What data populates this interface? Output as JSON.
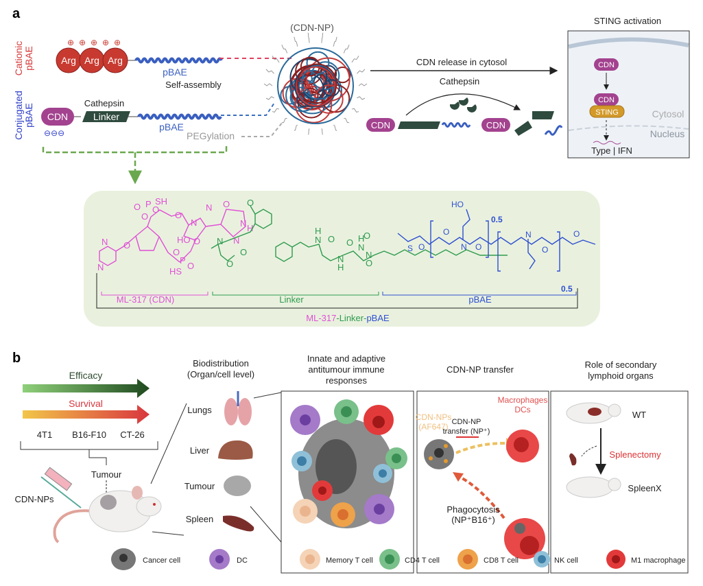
{
  "panel_a": {
    "letter": "a",
    "cationic_label": [
      "Cationic",
      "pBAE"
    ],
    "conjugated_label": [
      "Conjugated",
      "pBAE"
    ],
    "arg": "Arg",
    "plus_charge": "⊕",
    "minus_charges": "⊖⊖⊖",
    "pbae": "pBAE",
    "self_assembly": "Self-assembly",
    "cdn": "CDN",
    "cathepsin": "Cathepsin",
    "linker": "Linker",
    "pegylation": "PEGylation",
    "nanoparticle": "(CDN-NP)",
    "release": "CDN release in cytosol",
    "sting_title": "STING activation",
    "sting": "STING",
    "cytosol": "Cytosol",
    "nucleus": "Nucleus",
    "ifn": "Type | IFN",
    "chem": {
      "sh": "SH",
      "hs": "HS",
      "ho": "HO",
      "o": "O",
      "p": "P",
      "n": "N",
      "h": "H",
      "s": "S",
      "sub": "0.5",
      "cdn_bracket": "ML-317 (CDN)",
      "linker_bracket": "Linker",
      "pbae_bracket": "pBAE",
      "full_name": [
        "ML-317",
        "-Linker-",
        "pBAE"
      ]
    }
  },
  "panel_b": {
    "letter": "b",
    "efficacy": "Efficacy",
    "survival": "Survival",
    "models": [
      "4T1",
      "B16-F10",
      "CT-26"
    ],
    "tumour": "Tumour",
    "cdn_nps": "CDN-NPs",
    "biodistribution": [
      "Biodistribution",
      "(Organ/cell level)"
    ],
    "organs": [
      "Lungs",
      "Liver",
      "Tumour",
      "Spleen"
    ],
    "immune_title": [
      "Innate and adaptive",
      "antitumour immune",
      "responses"
    ],
    "transfer_title": "CDN-NP transfer",
    "macrophages": [
      "Macrophages",
      "DCs"
    ],
    "cdn_nps_af": [
      "CDN-NPs",
      "(AF647)"
    ],
    "transfer": [
      "CDN-NP",
      "transfer (NP⁺)"
    ],
    "phagocytosis": [
      "Phagocytosis",
      "(NP⁺B16⁺)"
    ],
    "lymphoid_title": [
      "Role of secondary",
      "lymphoid organs"
    ],
    "wt": "WT",
    "splenectomy": "Splenectomy",
    "spleenx": "SpleenX",
    "legend": [
      "Cancer cell",
      "DC",
      "Memory T cell",
      "CD4 T cell",
      "CD8 T cell",
      "NK cell",
      "M1 macrophage"
    ]
  },
  "colors": {
    "cationic": "#d63a3a",
    "conjugated": "#2f3fc8",
    "cdn": "#a3428f",
    "linker": "#2f4a3e",
    "pbae": "#3a5fc0",
    "ml317": "#e04fd6",
    "linker_chem": "#2e9a4e",
    "pbae_chem": "#2f4fd0",
    "chem_bg": "#e9f1de",
    "sting": "#d39a2a"
  }
}
